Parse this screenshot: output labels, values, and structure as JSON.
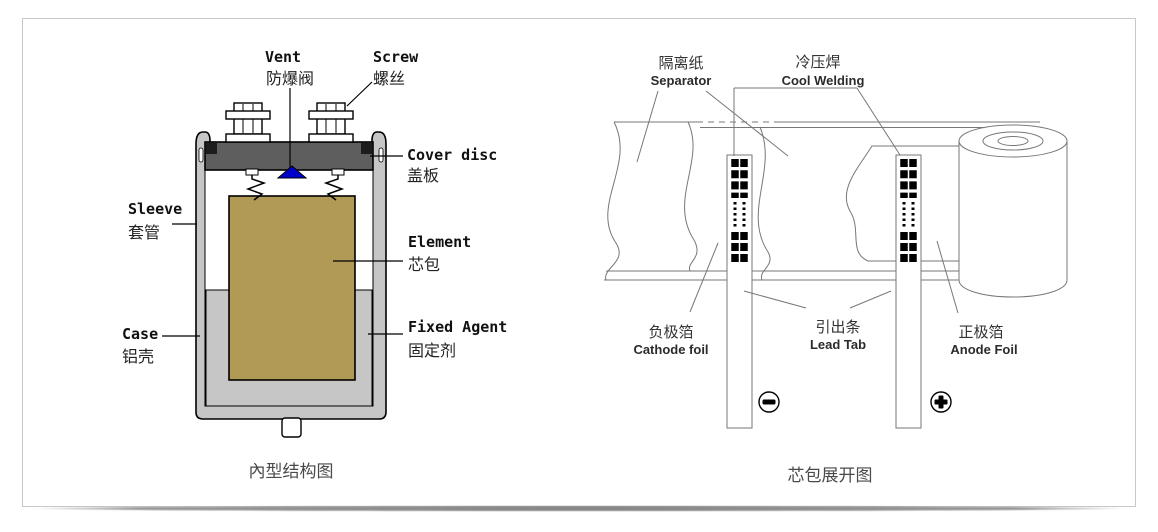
{
  "figure_left": {
    "caption": "內型结构图",
    "labels": {
      "vent_en": "Vent",
      "vent_zh": "防爆阀",
      "screw_en": "Screw",
      "screw_zh": "螺丝",
      "cover_en": "Cover disc",
      "cover_zh": "盖板",
      "sleeve_en": "Sleeve",
      "sleeve_zh": "套管",
      "case_en": "Case",
      "case_zh": "铝壳",
      "element_en": "Element",
      "element_zh": "芯包",
      "fixed_en": "Fixed Agent",
      "fixed_zh": "固定剂"
    },
    "colors": {
      "element_fill": "#b19a55",
      "cover_fill": "#5e5e5e",
      "case_fill": "#c6c6c6",
      "fixed_agent_fill": "#c6c6c6",
      "vent_fill": "#0000cc"
    }
  },
  "figure_right": {
    "caption": "芯包展开图",
    "labels": {
      "separator_zh": "隔离纸",
      "separator_en": "Separator",
      "welding_zh": "冷压焊",
      "welding_en": "Cool Welding",
      "cathode_zh": "负极箔",
      "cathode_en": "Cathode foil",
      "leadtab_zh": "引出条",
      "leadtab_en": "Lead Tab",
      "anode_zh": "正极箔",
      "anode_en": "Anode Foil"
    },
    "icons": {
      "negative_terminal": "minus-in-circle",
      "positive_terminal": "plus-in-circle"
    },
    "line_color": "#777777"
  }
}
